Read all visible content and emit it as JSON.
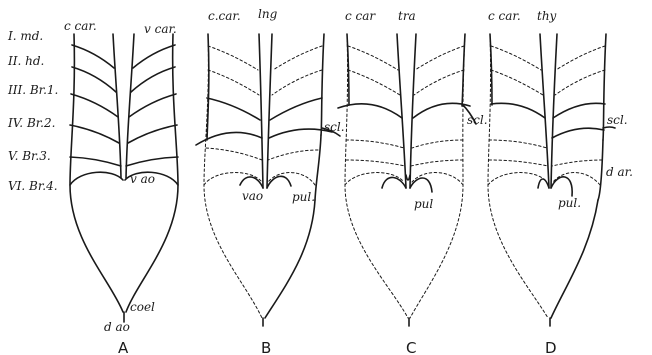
{
  "arch_labels": [
    "I. md.",
    "II. hd.",
    "III. Br.1.",
    "IV. Br.2.",
    "V. Br.3.",
    "VI. Br.4."
  ],
  "panels": [
    {
      "letter": "A",
      "labels": {
        "c_car": "c car.",
        "v_car": "v car.",
        "vao": "v ao",
        "coel": "coel",
        "dao": "d ao"
      }
    },
    {
      "letter": "B",
      "labels": {
        "c_car": "c.car.",
        "lng": "lng",
        "scl": "scl.",
        "vao": "vao",
        "pul": "pul."
      }
    },
    {
      "letter": "C",
      "labels": {
        "c_car": "c car",
        "tra": "tra",
        "scl": "scl.",
        "pul": "pul"
      }
    },
    {
      "letter": "D",
      "labels": {
        "c_car": "c car.",
        "thy": "thy",
        "scl": "scl.",
        "dar": "d ar.",
        "pul": "pul."
      }
    }
  ]
}
